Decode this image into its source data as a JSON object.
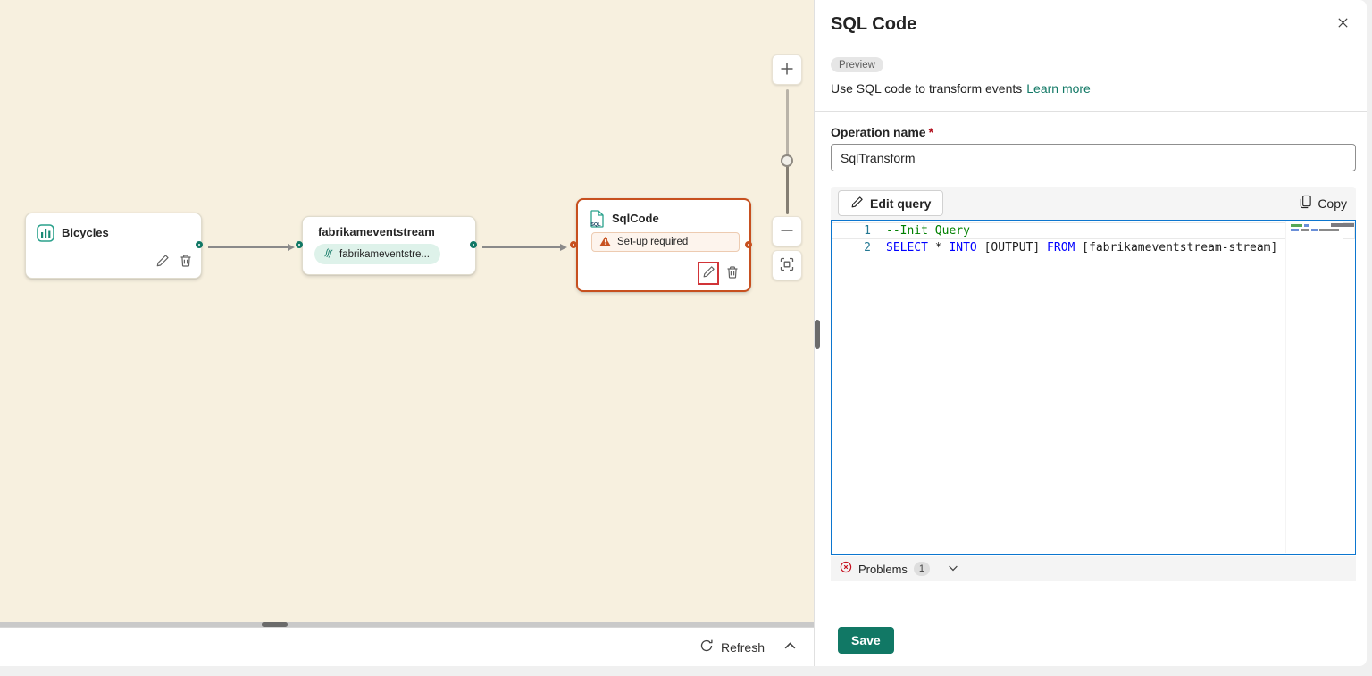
{
  "canvas": {
    "nodes": {
      "bicycles": {
        "title": "Bicycles"
      },
      "eventstream": {
        "title": "fabrikameventstream",
        "badge_label": "fabrikameventstre..."
      },
      "sqlcode": {
        "title": "SqlCode",
        "warning_label": "Set-up required"
      }
    },
    "footer": {
      "refresh_label": "Refresh"
    }
  },
  "panel": {
    "title": "SQL Code",
    "preview_badge": "Preview",
    "description": "Use SQL code to transform events",
    "learn_more_label": "Learn more",
    "operation_name": {
      "label": "Operation name",
      "required_mark": "*",
      "value": "SqlTransform"
    },
    "toolbar": {
      "edit_query_label": "Edit query",
      "copy_label": "Copy"
    },
    "editor": {
      "lines": [
        {
          "number": "1",
          "segments": [
            {
              "type": "comment",
              "text": "--Init Query"
            }
          ]
        },
        {
          "number": "2",
          "segments": [
            {
              "type": "keyword",
              "text": "SELECT"
            },
            {
              "type": "plain",
              "text": " * "
            },
            {
              "type": "keyword",
              "text": "INTO"
            },
            {
              "type": "plain",
              "text": " [OUTPUT] "
            },
            {
              "type": "keyword",
              "text": "FROM"
            },
            {
              "type": "plain",
              "text": " [fabrikameventstream-stream]"
            }
          ]
        }
      ]
    },
    "problems": {
      "label": "Problems",
      "count": "1"
    },
    "save_label": "Save"
  },
  "colors": {
    "accent_teal": "#117865",
    "node_orange": "#c7501f",
    "highlight_red": "#d13438",
    "editor_focus_blue": "#0c76cf",
    "error_red": "#c50f1f",
    "comment_green": "#008000",
    "keyword_blue": "#0000ff",
    "line_number_teal": "#237893",
    "canvas_beige": "#f7f0df",
    "save_button_bg": "#117865"
  }
}
